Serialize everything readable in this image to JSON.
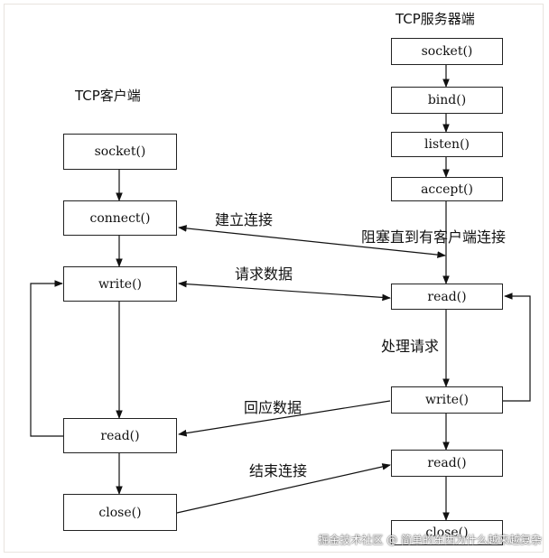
{
  "client": {
    "title": "TCP客户端",
    "socket": "socket()",
    "connect": "connect()",
    "write": "write()",
    "read": "read()",
    "close": "close()"
  },
  "server": {
    "title": "TCP服务器端",
    "socket": "socket()",
    "bind": "bind()",
    "listen": "listen()",
    "accept": "accept()",
    "read": "read()",
    "write": "write()",
    "read2": "read()",
    "close": "close()"
  },
  "labels": {
    "establish": "建立连接",
    "block": "阻塞直到有客户端连接",
    "request": "请求数据",
    "process": "处理请求",
    "reply": "回应数据",
    "finish": "结束连接"
  },
  "watermark": "掘金技术社区 @ 简单的东西为什么越来越复杂"
}
